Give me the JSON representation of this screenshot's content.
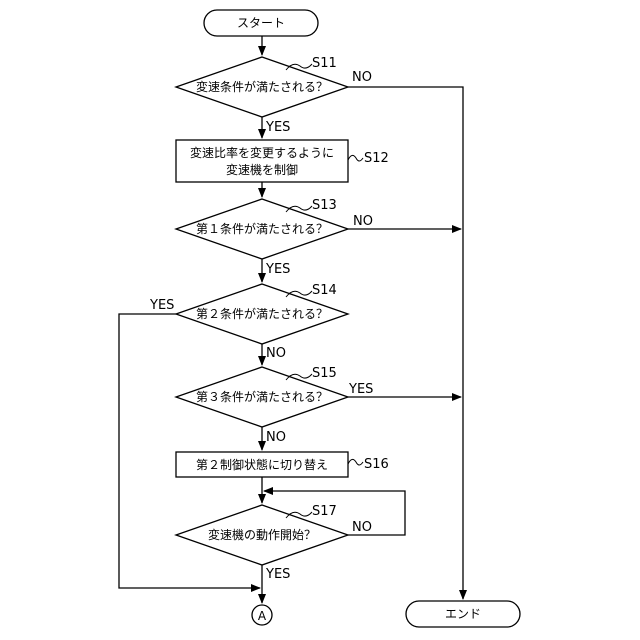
{
  "start": "スタート",
  "end": "エンド",
  "connector": "A",
  "s11": {
    "step": "S11",
    "text": "変速条件が満たされる？"
  },
  "s12": {
    "step": "S12",
    "line1": "変速比率を変更するように",
    "line2": "変速機を制御"
  },
  "s13": {
    "step": "S13",
    "text": "第１条件が満たされる？"
  },
  "s14": {
    "step": "S14",
    "text": "第２条件が満たされる？"
  },
  "s15": {
    "step": "S15",
    "text": "第３条件が満たされる？"
  },
  "s16": {
    "step": "S16",
    "text": "第２制御状態に切り替え"
  },
  "s17": {
    "step": "S17",
    "text": "変速機の動作開始？"
  },
  "labels": {
    "s11_no": "NO",
    "s11_yes": "YES",
    "s13_no": "NO",
    "s13_yes": "YES",
    "s14_yes": "YES",
    "s14_no": "NO",
    "s15_yes": "YES",
    "s15_no": "NO",
    "s17_no": "NO",
    "s17_yes": "YES"
  }
}
